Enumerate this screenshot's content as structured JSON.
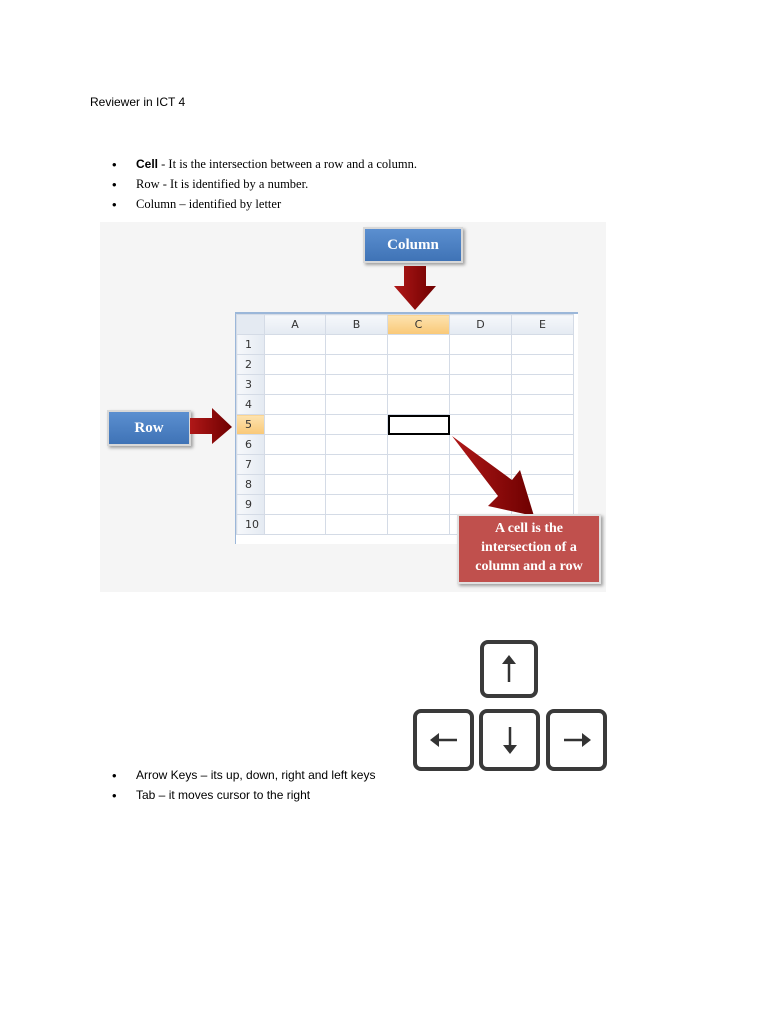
{
  "document": {
    "title": "Reviewer in ICT 4",
    "bullets": [
      {
        "term": "Cell",
        "text": " - It is the intersection between a row and a column."
      },
      {
        "text": "Row - It is identified by a number."
      },
      {
        "text": "Column – identified by letter"
      }
    ],
    "bullets2": [
      {
        "text": "Arrow Keys – its up, down, right and left keys"
      },
      {
        "text": "Tab – it moves cursor to the right"
      }
    ]
  },
  "figure": {
    "callout_column": "Column",
    "callout_row": "Row",
    "callout_cell": "A cell is the intersection of a column and a row",
    "columns": [
      "A",
      "B",
      "C",
      "D",
      "E"
    ],
    "rows": [
      "1",
      "2",
      "3",
      "4",
      "5",
      "6",
      "7",
      "8",
      "9",
      "10"
    ],
    "selected_column": "C",
    "selected_row": "5"
  },
  "colors": {
    "callout_blue": "#4f81bd",
    "callout_red": "#c0504d",
    "arrow_red": "#8b0000",
    "selected_header": "#f9c877"
  },
  "icons": [
    "arrow-up-icon",
    "arrow-down-icon",
    "arrow-left-icon",
    "arrow-right-icon"
  ]
}
